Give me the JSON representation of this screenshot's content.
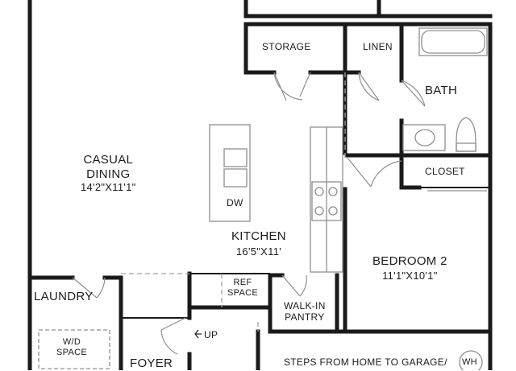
{
  "rooms": {
    "storage": "STORAGE",
    "linen": "LINEN",
    "bath": "BATH",
    "casual_dining": {
      "name_line1": "CASUAL",
      "name_line2": "DINING",
      "dims": "14'2\"X11'1\""
    },
    "closet": "CLOSET",
    "dishwasher": "DW",
    "kitchen": {
      "name": "KITCHEN",
      "dims": "16'5\"X11'"
    },
    "bedroom2": {
      "name": "BEDROOM 2",
      "dims": "11'1\"X10'1\""
    },
    "ref_space": {
      "line1": "REF",
      "line2": "SPACE"
    },
    "laundry": "LAUNDRY",
    "walk_in_pantry": {
      "line1": "WALK-IN",
      "line2": "PANTRY"
    },
    "up": "UP",
    "wd_space": {
      "line1": "W/D",
      "line2": "SPACE"
    },
    "foyer": "FOYER",
    "steps_note": "STEPS FROM HOME TO GARAGE/",
    "water_heater": "WH"
  },
  "colors": {
    "wall": "#1a1a1a",
    "fixture": "#8f8f8f",
    "dashed": "#a0a0a0"
  }
}
